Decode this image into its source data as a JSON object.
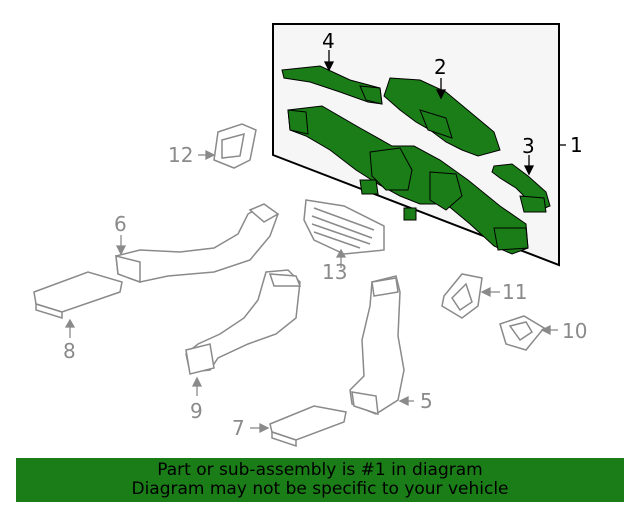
{
  "colors": {
    "highlight": "#1b7d17",
    "part_gray": "#8a8a8a",
    "outline": "#000000",
    "box_fill": "#f6f6f6",
    "banner_bg": "#1b7d17",
    "banner_text": "#000000"
  },
  "callouts": {
    "c1": "1",
    "c2": "2",
    "c3": "3",
    "c4": "4",
    "c5": "5",
    "c6": "6",
    "c7": "7",
    "c8": "8",
    "c9": "9",
    "c10": "10",
    "c11": "11",
    "c12": "12",
    "c13": "13"
  },
  "banner": {
    "line1": "Part or sub-assembly is #1 in diagram",
    "line2": "Diagram may not be specific to your vehicle"
  }
}
